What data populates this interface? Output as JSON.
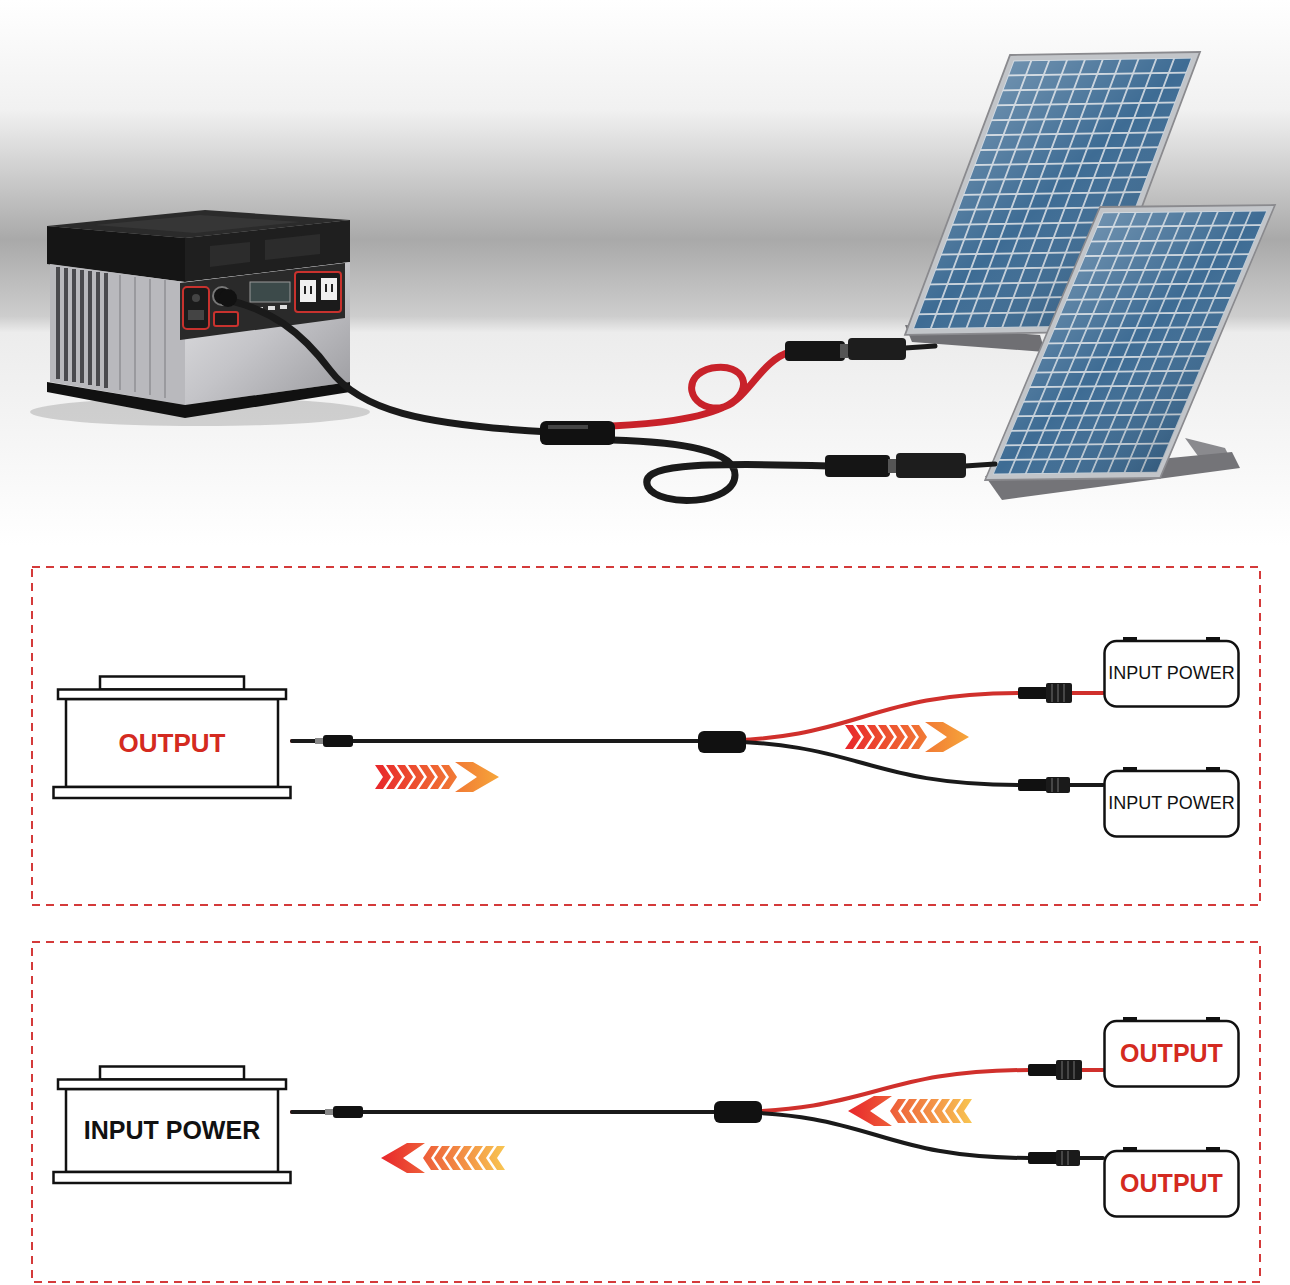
{
  "diagram": {
    "nodes": [
      {
        "text": [
          "OUTPUT"
        ]
      },
      {
        "text": [
          "INPUT POWER"
        ]
      },
      {
        "text": [
          "INPUT POWER"
        ]
      },
      {
        "text": [
          "INPUT POWER"
        ]
      },
      {
        "text": [
          "OUTPUT"
        ]
      },
      {
        "text": [
          "OUTPUT"
        ]
      }
    ],
    "edges": [
      {
        "from": 0,
        "to": 1,
        "arrow": "none"
      },
      {
        "from": 0,
        "to": 2,
        "arrow": "none"
      },
      {
        "from": 4,
        "to": 3,
        "arrow": "none"
      },
      {
        "from": 5,
        "to": 3,
        "arrow": "none"
      }
    ]
  }
}
